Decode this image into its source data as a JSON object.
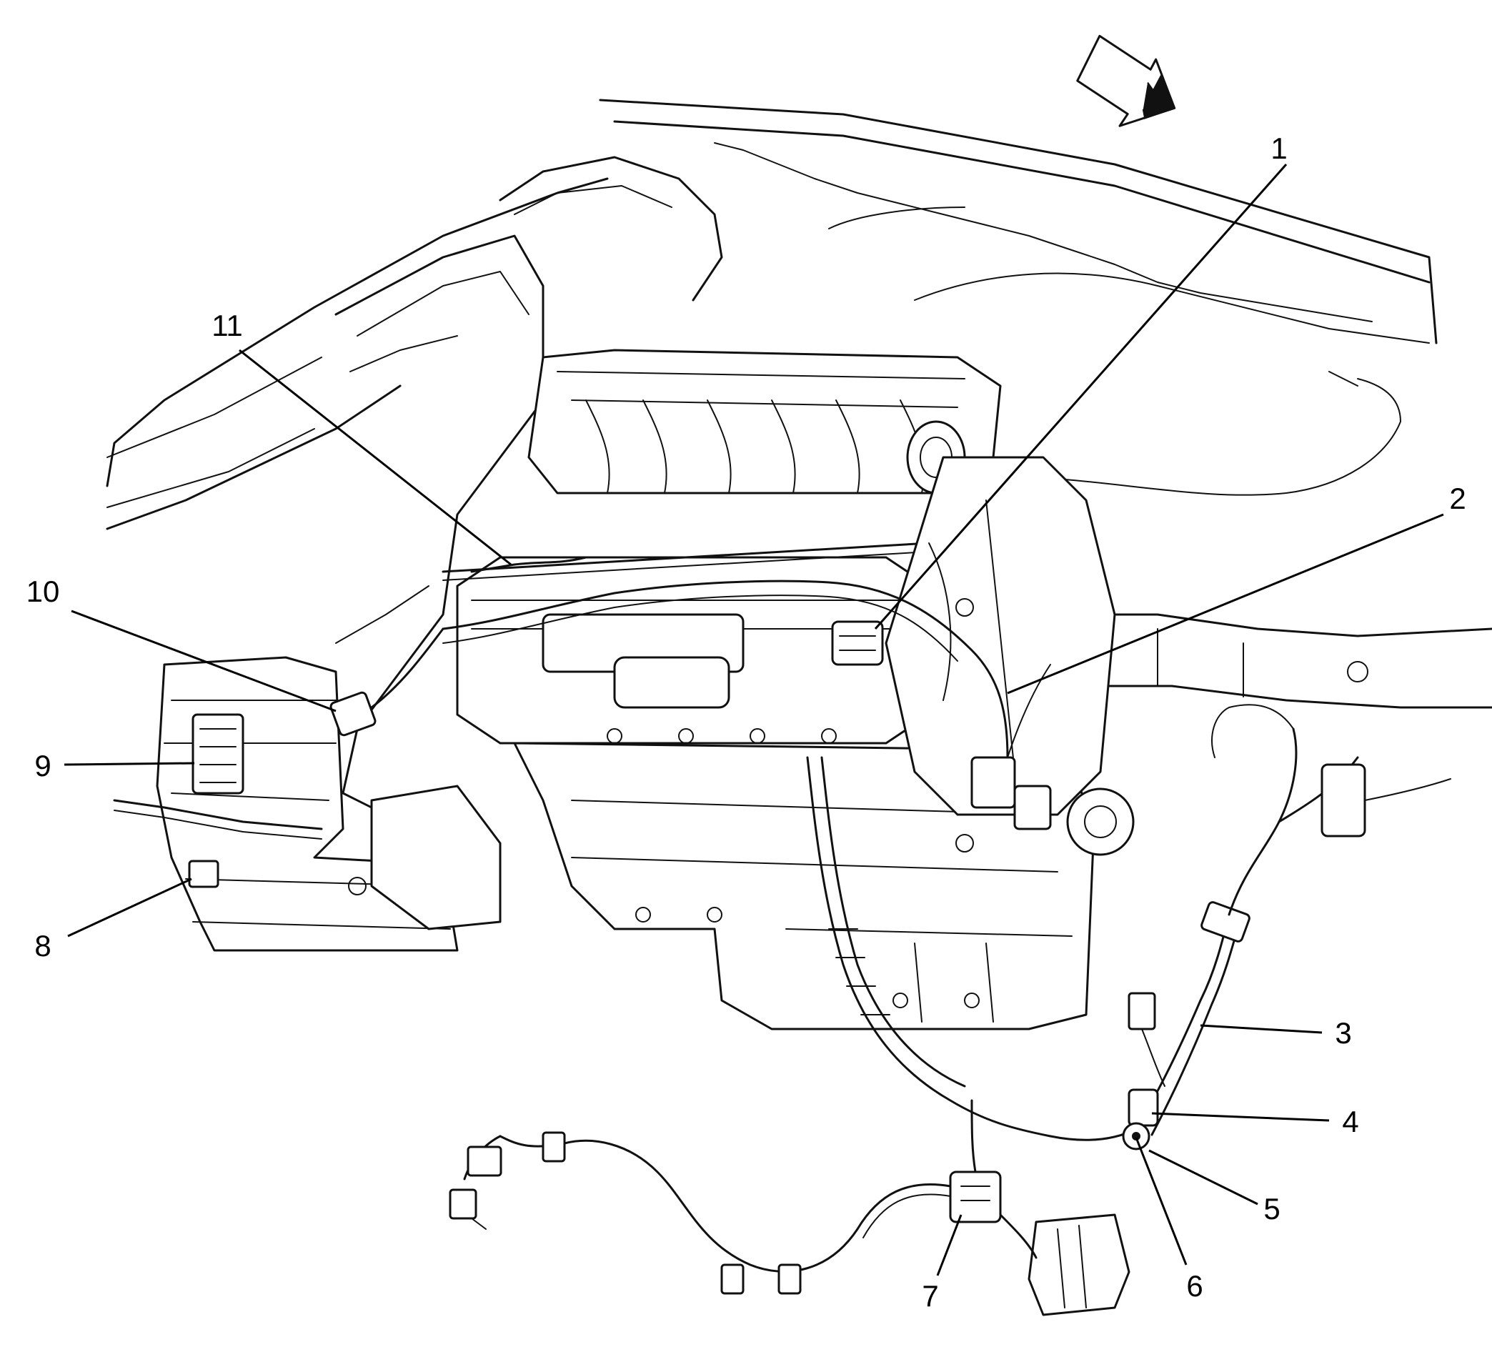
{
  "callouts": [
    "1",
    "2",
    "3",
    "4",
    "5",
    "6",
    "7",
    "8",
    "9",
    "10",
    "11"
  ],
  "colors": {
    "ink": "#111111",
    "background": "#ffffff"
  },
  "icons": [
    "direction-arrow-icon"
  ]
}
